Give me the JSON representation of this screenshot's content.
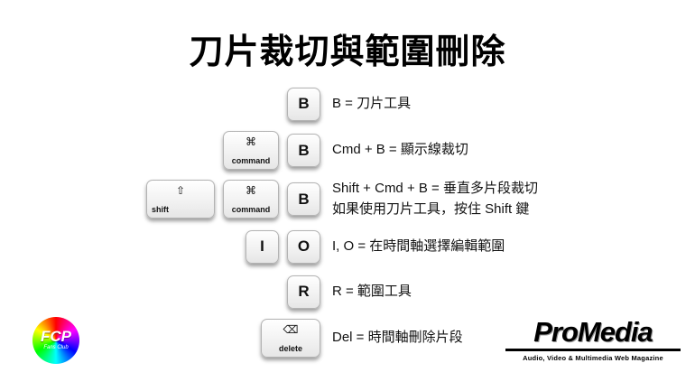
{
  "title": "刀片裁切與範圍刪除",
  "shortcut_rows": [
    {
      "keys": [
        {
          "kind": "letter",
          "name": "b",
          "label": "B"
        }
      ],
      "desc": "B = 刀片工具"
    },
    {
      "keys": [
        {
          "kind": "mod",
          "name": "command",
          "symbol": "⌘",
          "label": "command"
        },
        {
          "kind": "letter",
          "name": "b",
          "label": "B"
        }
      ],
      "desc": "Cmd + B = 顯示線裁切"
    },
    {
      "keys": [
        {
          "kind": "mod",
          "name": "shift",
          "symbol": "⇧",
          "label": "shift"
        },
        {
          "kind": "mod",
          "name": "command",
          "symbol": "⌘",
          "label": "command"
        },
        {
          "kind": "letter",
          "name": "b",
          "label": "B"
        }
      ],
      "desc": "Shift + Cmd + B = 垂直多片段裁切",
      "desc2": "如果使用刀片工具，按住 Shift 鍵"
    },
    {
      "keys": [
        {
          "kind": "letter",
          "name": "i",
          "label": "I"
        },
        {
          "kind": "letter",
          "name": "o",
          "label": "O"
        }
      ],
      "desc": "I, O = 在時間軸選擇編輯範圍"
    },
    {
      "keys": [
        {
          "kind": "letter",
          "name": "r",
          "label": "R"
        }
      ],
      "desc": "R = 範圍工具"
    },
    {
      "keys": [
        {
          "kind": "mod",
          "name": "delete",
          "symbol": "⌫",
          "label": "delete"
        }
      ],
      "desc": "Del = 時間軸刪除片段"
    }
  ],
  "fcp_logo": {
    "text": "FCP",
    "subtext": "Fans Club",
    "wheel_colors": [
      "#ff0000",
      "#ff00ff",
      "#0000ff",
      "#00ffff",
      "#00ff00",
      "#ffff00",
      "#ff0000"
    ]
  },
  "promedia_logo": {
    "name": "ProMedia",
    "tagline": "Audio, Video & Multimedia Web Magazine"
  }
}
